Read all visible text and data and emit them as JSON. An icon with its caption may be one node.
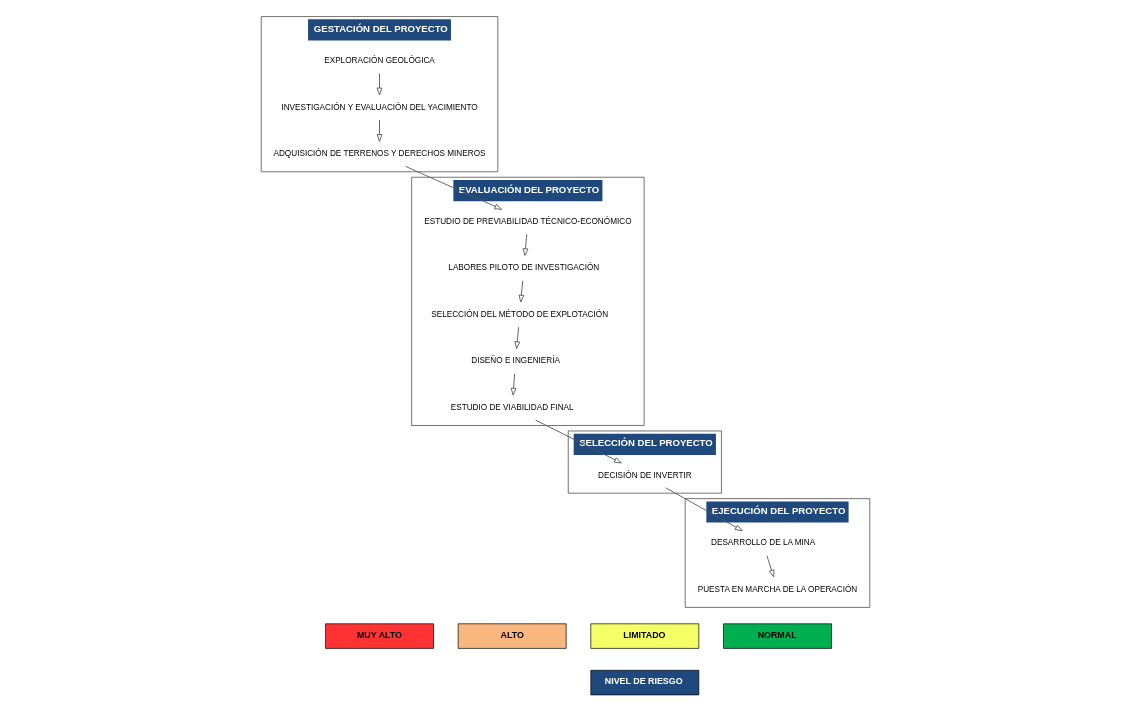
{
  "diagram": {
    "nodes": [
      {
        "text": [
          "GESTACIÓN DEL PROYECTO"
        ]
      },
      {
        "text": [
          "EXPLORACIÓN GEOLÓGICA"
        ],
        "in": 0
      },
      {
        "text": [
          "INVESTIGACIÓN Y EVALUACIÓN DEL YACIMIENTO"
        ],
        "in": 0
      },
      {
        "text": [
          "ADQUISICIÓN DE TERRENOS Y DERECHOS MINEROS"
        ],
        "in": 0
      },
      {
        "text": [
          "EVALUACIÓN DEL PROYECTO"
        ]
      },
      {
        "text": [
          "ESTUDIO DE PREVIABILIDAD TÉCNICO-ECONÓMICO"
        ],
        "in": 4
      },
      {
        "text": [
          "LABORES PILOTO DE INVESTIGACIÓN"
        ],
        "in": 4
      },
      {
        "text": [
          "SELECCIÓN DEL MÉTODO DE EXPLOTACIÓN"
        ],
        "in": 4
      },
      {
        "text": [
          "DISEÑO E INGENIERÍA"
        ],
        "in": 4
      },
      {
        "text": [
          "ESTUDIO DE VIABILIDAD FINAL"
        ],
        "in": 4
      },
      {
        "text": [
          "SELECCIÓN DEL PROYECTO"
        ]
      },
      {
        "text": [
          "DECISIÓN DE INVERTIR"
        ],
        "in": 10
      },
      {
        "text": [
          "EJECUCIÓN DEL PROYECTO"
        ]
      },
      {
        "text": [
          "DESARROLLO DE LA MINA"
        ],
        "in": 12
      },
      {
        "text": [
          "PUESTA EN MARCHA DE LA OPERACIÓN"
        ],
        "in": 12
      },
      {
        "text": [
          "MUY ALTO"
        ]
      },
      {
        "text": [
          "ALTO"
        ]
      },
      {
        "text": [
          "LIMITADO"
        ]
      },
      {
        "text": [
          "NORMAL"
        ]
      },
      {
        "text": [
          "NIVEL DE RIESGO"
        ]
      }
    ],
    "edges": [
      {
        "from": 1,
        "to": 2,
        "arrow": "to"
      },
      {
        "from": 2,
        "to": 3,
        "arrow": "to"
      },
      {
        "from": 3,
        "to": 5,
        "arrow": "to"
      },
      {
        "from": 5,
        "to": 6,
        "arrow": "to"
      },
      {
        "from": 6,
        "to": 7,
        "arrow": "to"
      },
      {
        "from": 7,
        "to": 8,
        "arrow": "to"
      },
      {
        "from": 8,
        "to": 9,
        "arrow": "to"
      },
      {
        "from": 9,
        "to": 11,
        "arrow": "to"
      },
      {
        "from": 11,
        "to": 13,
        "arrow": "to"
      },
      {
        "from": 13,
        "to": 14,
        "arrow": "to"
      }
    ]
  }
}
